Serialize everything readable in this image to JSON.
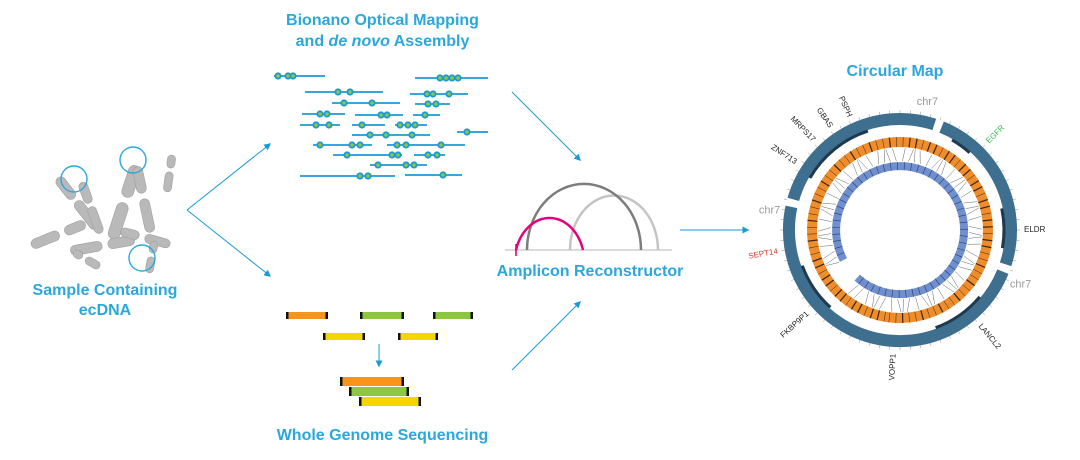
{
  "colors": {
    "accent_blue": "#2aa7dc",
    "line_blue": "#1a9ad6",
    "dot_green": "#8dc63f",
    "orange": "#f7941d",
    "yellow": "#f2d600",
    "ring_steel": "#3e6f8f",
    "ring_orange": "#ef8d2c",
    "ring_periwinkle": "#6f8fcf",
    "magenta": "#e6007e",
    "chr_grey": "#b5b5b5",
    "gene_red": "#e0362b",
    "gene_green": "#3ab54a",
    "text_grey": "#9a9a9a",
    "text_dark": "#231f20"
  },
  "labels": {
    "sample": [
      "Sample Containing",
      "ecDNA"
    ],
    "bionano_line1": "Bionano Optical Mapping",
    "bionano_line2_pre": "and ",
    "bionano_line2_em": "de novo",
    "bionano_line2_post": " Assembly",
    "wgs": "Whole Genome Sequencing",
    "amplicon": "Amplicon Reconstructor",
    "circular_map": "Circular Map"
  },
  "circular_map": {
    "chromosome_labels": [
      {
        "text": "chr7",
        "angle": 12
      },
      {
        "text": "chr7",
        "angle": -81
      },
      {
        "text": "chr7",
        "angle": 114
      }
    ],
    "genes": [
      {
        "text": "EGFR",
        "angle": 45,
        "color": "#3ab54a"
      },
      {
        "text": "ELDR",
        "angle": 90,
        "color": "#231f20"
      },
      {
        "text": "LANCL2",
        "angle": 140,
        "color": "#231f20"
      },
      {
        "text": "VOPP1",
        "angle": 183,
        "color": "#231f20"
      },
      {
        "text": "FKBP9P1",
        "angle": 228,
        "color": "#231f20"
      },
      {
        "text": "SEPT14",
        "angle": -100,
        "color": "#e0362b"
      },
      {
        "text": "ZNF713",
        "angle": -57,
        "color": "#231f20"
      },
      {
        "text": "MRPS17",
        "angle": -44,
        "color": "#231f20"
      },
      {
        "text": "GBAS",
        "angle": -34,
        "color": "#231f20"
      },
      {
        "text": "PSPH",
        "angle": -24,
        "color": "#231f20"
      }
    ]
  }
}
